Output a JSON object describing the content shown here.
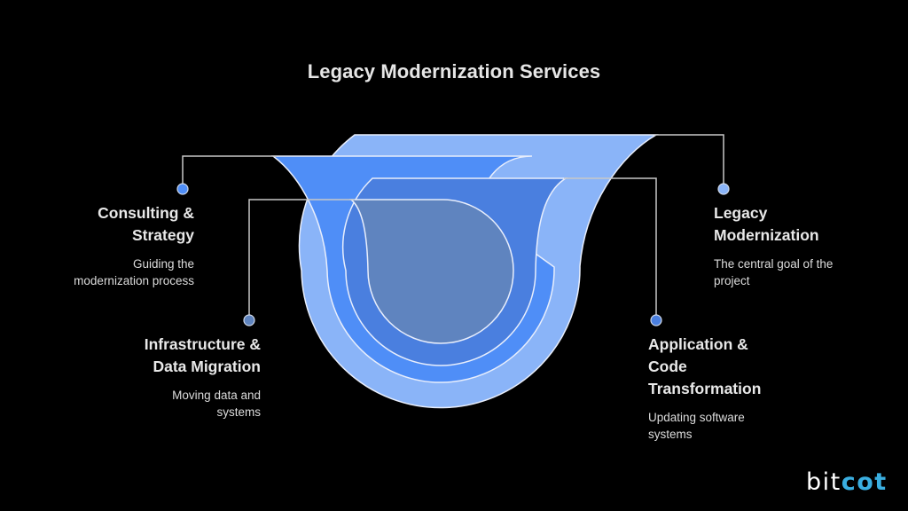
{
  "title": "Legacy Modernization Services",
  "colors": {
    "background": "#000000",
    "layer_outer": "#8AB4F8",
    "layer_second": "#4F8EF7",
    "layer_third": "#4A7FDF",
    "layer_inner": "#5F84BF",
    "connector_line": "#c8c8c8",
    "dot_blue": "#4F8EF7",
    "dot_light": "#8AB4F8",
    "logo_accent": "#3AAEE0"
  },
  "items": [
    {
      "id": "consulting",
      "heading_line1": "Consulting &",
      "heading_line2": "Strategy",
      "desc_line1": "Guiding the",
      "desc_line2": "modernization process",
      "side": "left"
    },
    {
      "id": "infrastructure",
      "heading_line1": "Infrastructure &",
      "heading_line2": "Data Migration",
      "desc_line1": "Moving data and",
      "desc_line2": "systems",
      "side": "left"
    },
    {
      "id": "legacy",
      "heading_line1": "Legacy",
      "heading_line2": "Modernization",
      "desc_line1": "The central goal of the",
      "desc_line2": "project",
      "side": "right"
    },
    {
      "id": "application",
      "heading_line1": "Application &",
      "heading_line2": "Code",
      "heading_line3": "Transformation",
      "desc_line1": "Updating software",
      "desc_line2": "systems",
      "side": "right"
    }
  ],
  "logo": {
    "part1": "bit",
    "part2": "cot"
  }
}
